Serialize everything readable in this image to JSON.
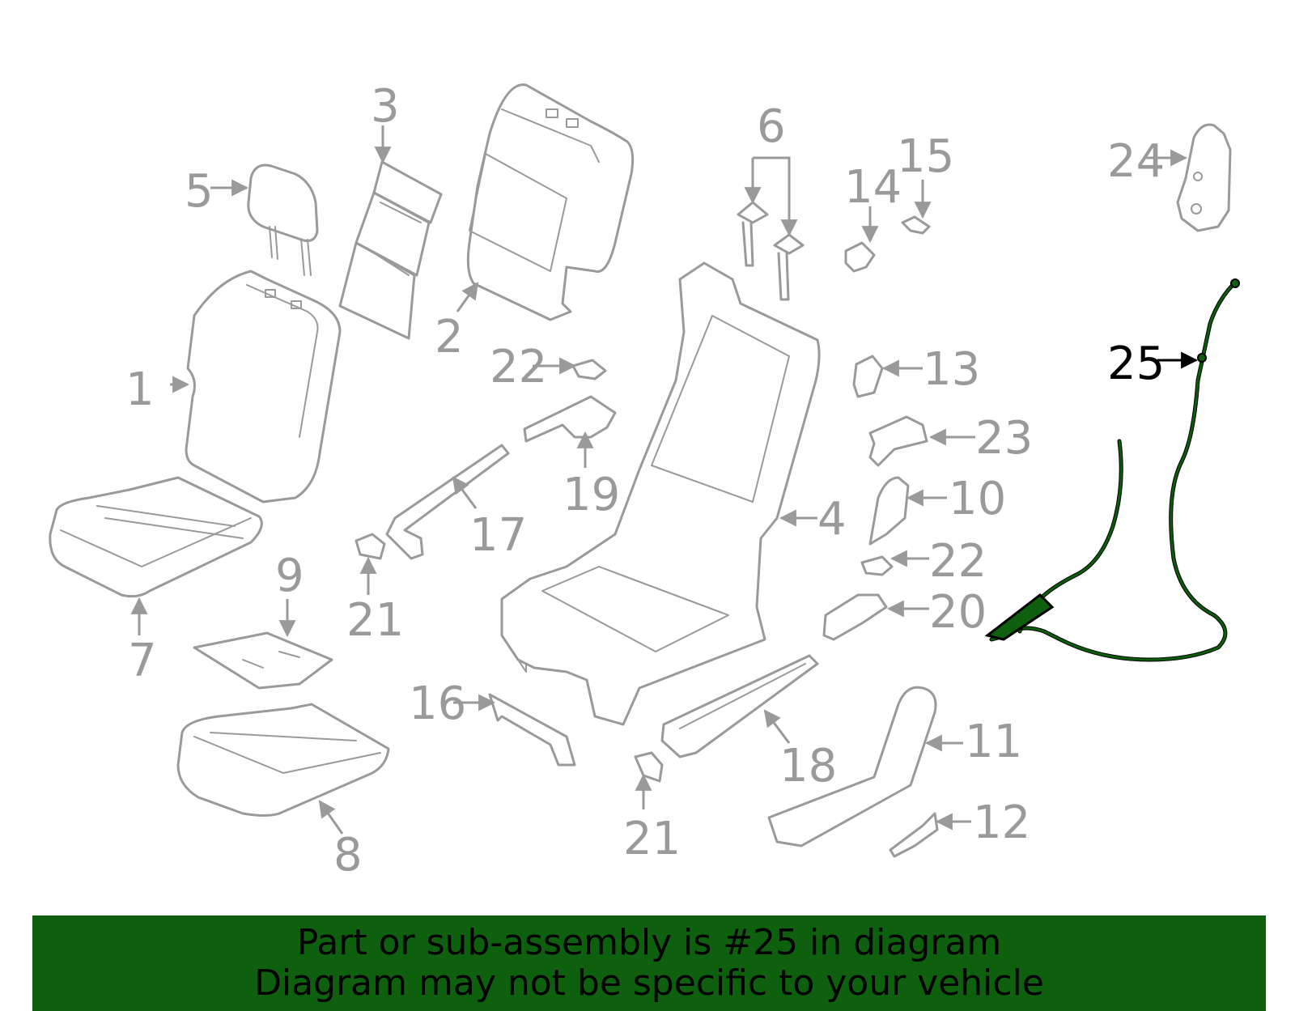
{
  "diagram": {
    "highlight_color": "#0e5f0e",
    "callouts": [
      {
        "label": "1"
      },
      {
        "label": "2"
      },
      {
        "label": "3"
      },
      {
        "label": "4"
      },
      {
        "label": "5"
      },
      {
        "label": "6"
      },
      {
        "label": "7"
      },
      {
        "label": "8"
      },
      {
        "label": "9"
      },
      {
        "label": "10"
      },
      {
        "label": "11"
      },
      {
        "label": "12"
      },
      {
        "label": "13"
      },
      {
        "label": "14"
      },
      {
        "label": "15"
      },
      {
        "label": "16"
      },
      {
        "label": "17"
      },
      {
        "label": "18"
      },
      {
        "label": "19"
      },
      {
        "label": "20"
      },
      {
        "label": "21"
      },
      {
        "label": "21"
      },
      {
        "label": "22"
      },
      {
        "label": "22"
      },
      {
        "label": "23"
      },
      {
        "label": "24"
      },
      {
        "label": "25"
      }
    ]
  },
  "banner": {
    "line1": "Part or sub-assembly is #25 in diagram",
    "line2": "Diagram may not be specific to your vehicle",
    "color": "#0e5f0e"
  }
}
